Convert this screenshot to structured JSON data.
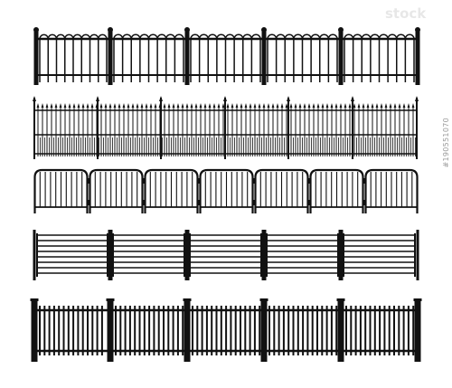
{
  "stock": {
    "logo_text": "stock",
    "image_id": "#190551070"
  },
  "fences": [
    {
      "name": "fence-hoop-top",
      "style": "hoop",
      "panels": 5
    },
    {
      "name": "fence-spear-top",
      "style": "spear",
      "panels": 6
    },
    {
      "name": "fence-rounded-barrier",
      "style": "barrier",
      "panels": 7
    },
    {
      "name": "fence-horizontal-slat",
      "style": "horizontal",
      "panels": 5
    },
    {
      "name": "fence-flat-top-picket",
      "style": "picket",
      "panels": 5
    }
  ],
  "colors": {
    "ink": "#111111",
    "background": "#ffffff"
  }
}
